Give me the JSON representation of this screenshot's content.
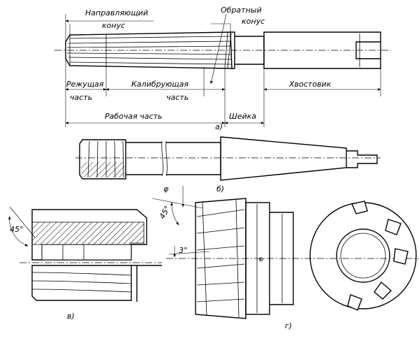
{
  "labels": {
    "guide_cone": "Направляющий",
    "guide_cone2": "конус",
    "back_cone": "Обратный",
    "back_cone2": "конус",
    "cutting": "Режущая",
    "cutting2": "часть",
    "calibrating": "Калибрующая",
    "calibrating2": "часть",
    "shank": "Хвостовик",
    "neck": "Шейка",
    "working": "Рабочая  часть",
    "angle_phi": "φ",
    "angle_45_a": "45°",
    "angle_45_b": "45°",
    "angle_3": "3°"
  },
  "captions": {
    "a": "а)",
    "b": "б)",
    "v": "в)",
    "g": "г)"
  }
}
